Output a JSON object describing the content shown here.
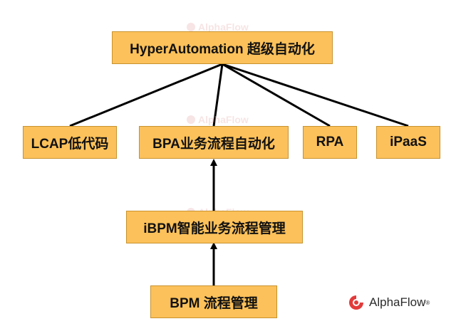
{
  "diagram": {
    "nodes": {
      "hyper": "HyperAutomation 超级自动化",
      "lcap": "LCAP低代码",
      "bpa": "BPA业务流程自动化",
      "rpa": "RPA",
      "ipaas": "iPaaS",
      "ibpm": "iBPM智能业务流程管理",
      "bpm": "BPM 流程管理"
    },
    "edges": [
      {
        "from": "hyper",
        "to": "lcap",
        "type": "line"
      },
      {
        "from": "hyper",
        "to": "bpa",
        "type": "line"
      },
      {
        "from": "hyper",
        "to": "rpa",
        "type": "line"
      },
      {
        "from": "hyper",
        "to": "ipaas",
        "type": "line"
      },
      {
        "from": "ibpm",
        "to": "bpa",
        "type": "arrow"
      },
      {
        "from": "bpm",
        "to": "ibpm",
        "type": "arrow"
      }
    ]
  },
  "watermark": "AlphaFlow",
  "brand": {
    "name": "AlphaFlow",
    "mark": "®",
    "logo_colors": [
      "#e23b3b",
      "#1f6fd6"
    ]
  },
  "colors": {
    "node_fill": "#fcc15a",
    "node_border": "#c8922e",
    "line": "#000000"
  }
}
